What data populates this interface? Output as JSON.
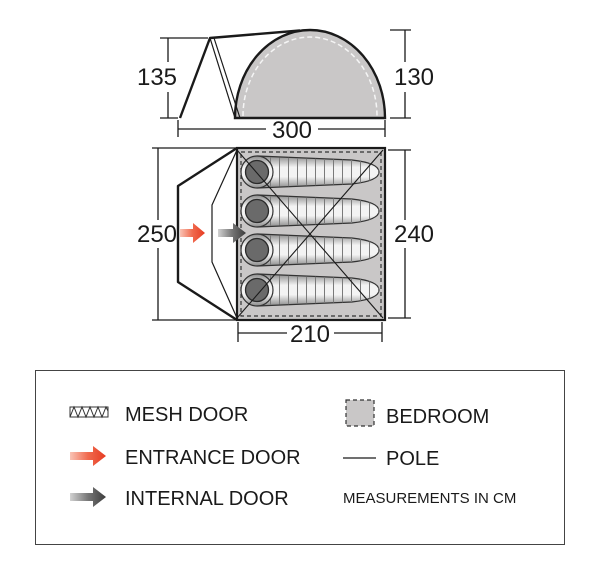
{
  "dimensions": {
    "side_porch_height": "135",
    "side_bedroom_height": "130",
    "overall_length": "300",
    "overall_width": "250",
    "bedroom_width": "240",
    "bedroom_length": "210"
  },
  "legend": {
    "mesh_door": {
      "label": "MESH DOOR",
      "icon": "mesh-door-icon"
    },
    "entrance_door": {
      "label": "ENTRANCE DOOR",
      "icon": "red-arrow-icon"
    },
    "internal_door": {
      "label": "INTERNAL DOOR",
      "icon": "dark-arrow-icon"
    },
    "bedroom": {
      "label": "BEDROOM",
      "icon": "bedroom-swatch-icon"
    },
    "pole": {
      "label": "POLE",
      "icon": "pole-line-icon"
    },
    "units_note": "MEASUREMENTS IN CM"
  },
  "colors": {
    "entrance_arrow": "#e63b22",
    "internal_arrow": "#3c3c3c",
    "bedroom_fill": "#c9c7c7",
    "outline": "#1a1a1a"
  }
}
